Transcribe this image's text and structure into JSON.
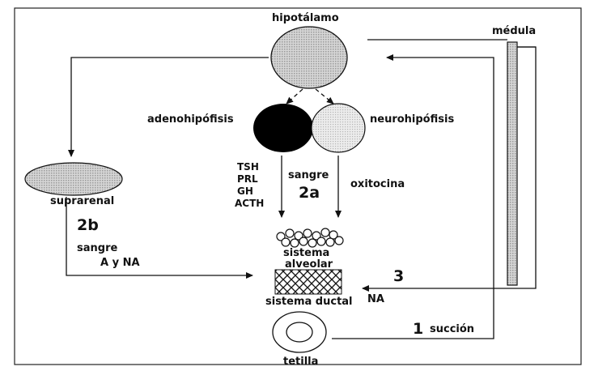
{
  "labels": {
    "hipotalamo": "hipotálamo",
    "medula": "médula",
    "adenohipofisis": "adenohipófisis",
    "neurohipofisis": "neurohipófisis",
    "hormones": [
      "TSH",
      "PRL",
      "GH",
      "ACTH"
    ],
    "sangre_upper": "sangre",
    "step_2a": "2a",
    "oxitocina": "oxitocina",
    "suprarrenal": "suprarenal",
    "step_2b": "2b",
    "sangre_lower": "sangre",
    "a_y_na": "A y NA",
    "sistema_alveolar_1": "sistema",
    "sistema_alveolar_2": "alveolar",
    "sistema_ductal": "sistema ductal",
    "step_3": "3",
    "na": "NA",
    "step_1": "1",
    "succion": "succión",
    "tetilla": "tetilla"
  },
  "colors": {
    "line": "#1a1a1a",
    "adenohipofisis_fill": "#000000",
    "stipple": "#b8b8b8"
  }
}
